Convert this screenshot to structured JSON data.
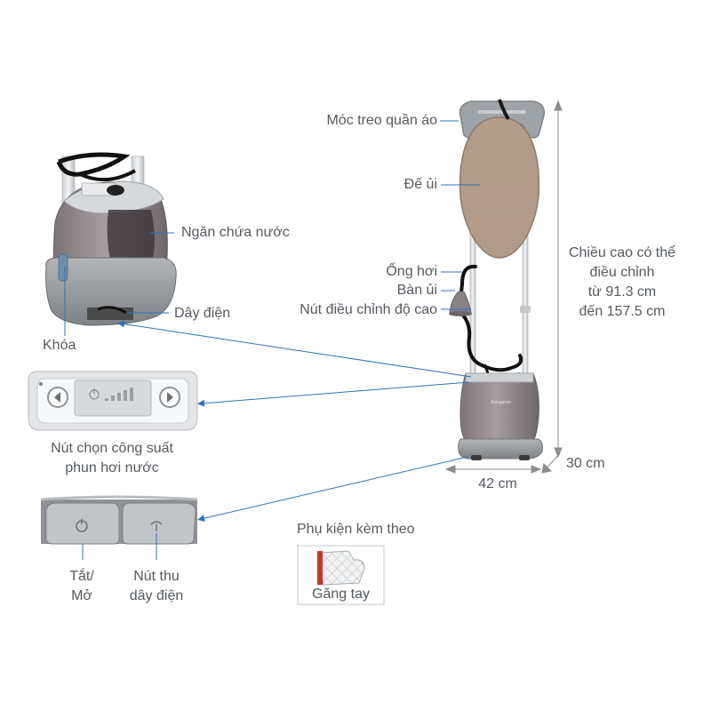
{
  "labels": {
    "hanger": "Móc treo quần áo",
    "board": "Đế ủi",
    "hose": "Ống hơi",
    "iron": "Bàn ủi",
    "height_button": "Nút điều chỉnh độ cao",
    "water_tank": "Ngăn chứa nước",
    "power_cord": "Dây điện",
    "lock": "Khóa",
    "steam_power_line1": "Nút chọn công suất",
    "steam_power_line2": "phun hơi nước",
    "power_line1": "Tắt/",
    "power_line2": "Mở",
    "cord_rewind_line1": "Nút thu",
    "cord_rewind_line2": "dây điện",
    "accessories_title": "Phụ kiện kèm theo",
    "glove": "Găng tay",
    "brand_mark": "Kangaroo"
  },
  "dimensions": {
    "height_line1": "Chiều cao có thể",
    "height_line2": "điều chỉnh",
    "height_line3": "từ 91.3 cm",
    "height_line4": "đến 157.5 cm",
    "width": "42 cm",
    "depth": "30 cm"
  },
  "colors": {
    "label_text": "#555a5f",
    "leader_line": "#2f73b8",
    "board_fabric": "#b39c8a",
    "body_mauve": "#8e8488",
    "base_gray": "#9a9ea2",
    "frame_silver": "#d6d9dc",
    "dimension_line": "#8c8c8c"
  },
  "icons": {
    "left_arrow": "chevron-left-icon",
    "right_arrow": "chevron-right-icon",
    "power": "power-icon",
    "glove": "glove-icon"
  }
}
